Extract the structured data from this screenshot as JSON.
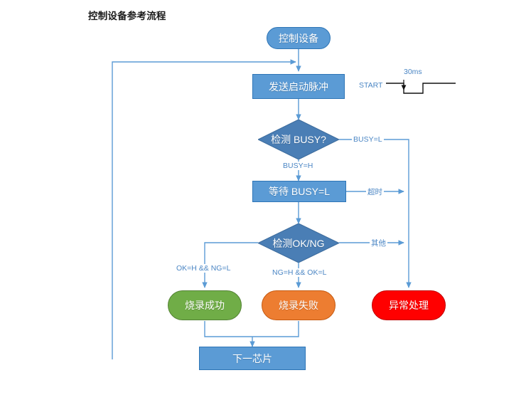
{
  "title": "控制设备参考流程",
  "colors": {
    "node_blue": "#5B9BD5",
    "node_blue_border": "#2E75B6",
    "diamond_blue": "#4A7EB5",
    "success_green": "#70AD47",
    "fail_orange": "#ED7D31",
    "error_red": "#FF0000",
    "connector_blue": "#5B9BD5",
    "label_blue": "#4B86C4",
    "waveform_black": "#000000",
    "title_black": "#1a1a1a"
  },
  "nodes": {
    "start": {
      "label": "控制设备",
      "shape": "rounded-rectangle",
      "color": "#5B9BD5"
    },
    "send_pulse": {
      "label": "发送启动脉冲",
      "shape": "rectangle",
      "color": "#5B9BD5"
    },
    "check_busy": {
      "label": "检测 BUSY?",
      "shape": "diamond",
      "color": "#4A7EB5"
    },
    "wait_busy_low": {
      "label": "等待 BUSY=L",
      "shape": "rectangle",
      "color": "#5B9BD5"
    },
    "check_ok_ng": {
      "label": "检测OK/NG",
      "shape": "diamond",
      "color": "#4A7EB5"
    },
    "burn_success": {
      "label": "烧录成功",
      "shape": "pill",
      "color": "#70AD47"
    },
    "burn_fail": {
      "label": "烧录失败",
      "shape": "pill",
      "color": "#ED7D31"
    },
    "error_handle": {
      "label": "异常处理",
      "shape": "pill",
      "color": "#FF0000"
    },
    "next_chip": {
      "label": "下一芯片",
      "shape": "rectangle",
      "color": "#5B9BD5"
    }
  },
  "edge_labels": {
    "busy_low": "BUSY=L",
    "busy_high": "BUSY=H",
    "timeout": "超时",
    "other": "其他",
    "ok_branch": "OK=H && NG=L",
    "ng_branch": "NG=H && OK=L"
  },
  "waveform": {
    "signal_name": "START",
    "duration_label": "30ms"
  }
}
